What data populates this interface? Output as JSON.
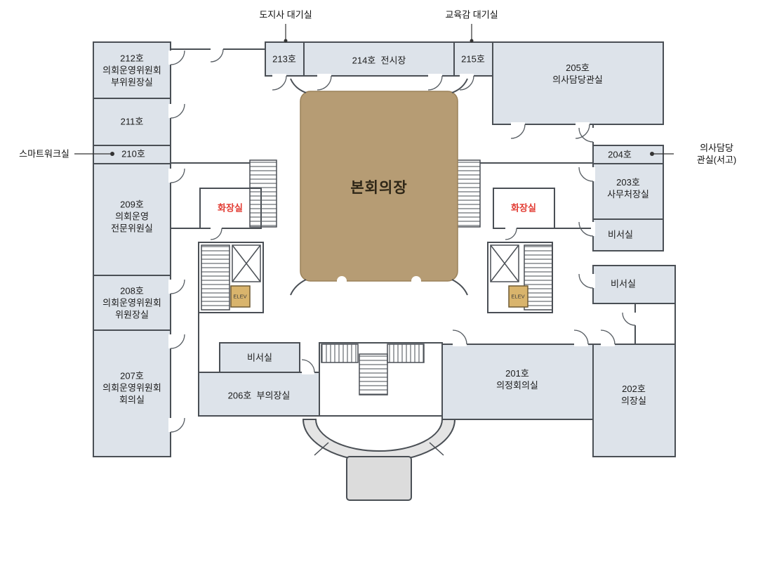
{
  "colors": {
    "room_fill": "#dde3ea",
    "hall_fill": "#b69c74",
    "wall": "#4a4f55",
    "restroom_text": "#e23b32",
    "elevator_fill": "#d9b46c",
    "entrance_fill": "#e4e4e4"
  },
  "callouts": {
    "governor": {
      "label": "도지사 대기실"
    },
    "superintendent": {
      "label": "교육감 대기실"
    },
    "smartwork": {
      "label": "스마트워크실"
    },
    "secretary_archive": {
      "label": "의사담당관실(서고)"
    }
  },
  "rooms": {
    "r212": {
      "label": "212호\n의회운영위원회\n부위원장실"
    },
    "r211": {
      "label": "211호"
    },
    "r210": {
      "label": "210호"
    },
    "r209": {
      "label": "209호\n의회운영\n전문위원실"
    },
    "r208": {
      "label": "208호\n의회운영위원회\n위원장실"
    },
    "r207": {
      "label": "207호\n의회운영위원회\n회의실"
    },
    "r213": {
      "label": "213호"
    },
    "r214": {
      "label": "214호  전시장"
    },
    "r215": {
      "label": "215호"
    },
    "r205": {
      "label": "205호\n의사담당관실"
    },
    "r204": {
      "label": "204호"
    },
    "r203": {
      "label": "203호\n사무처장실"
    },
    "sec1": {
      "label": "비서실"
    },
    "sec2": {
      "label": "비서실"
    },
    "sec3": {
      "label": "비서실"
    },
    "r206": {
      "label": "206호  부의장실"
    },
    "r201": {
      "label": "201호\n의정회의실"
    },
    "r202": {
      "label": "202호\n의장실"
    },
    "hall": {
      "label": "본회의장"
    },
    "restroom_left": {
      "label": "화장실"
    },
    "restroom_right": {
      "label": "화장실"
    },
    "elev_left": {
      "label": "ELEV"
    },
    "elev_right": {
      "label": "ELEV"
    }
  }
}
